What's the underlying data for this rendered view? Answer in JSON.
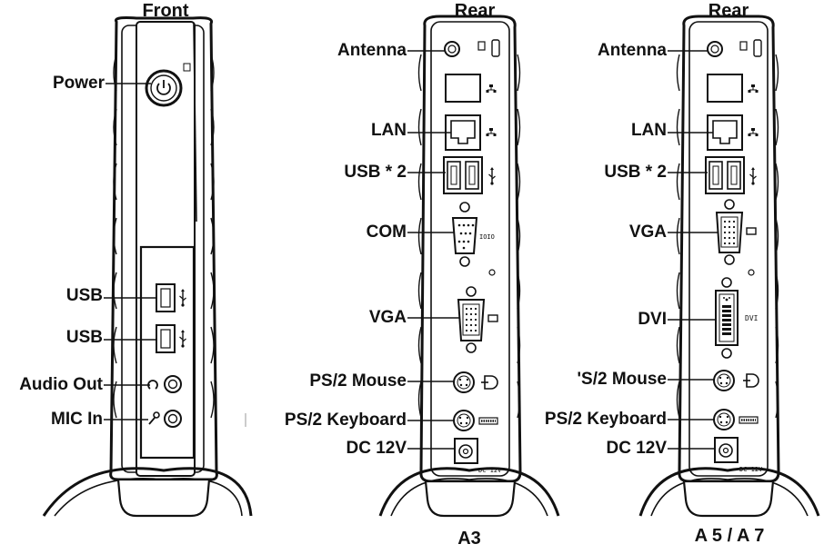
{
  "titles": {
    "front": "Front",
    "rear_a3": "Rear",
    "rear_a57": "Rear"
  },
  "captions": {
    "a3": "A3",
    "a57": "A 5 / A 7"
  },
  "front_labels": [
    "Power",
    "USB",
    "USB",
    "Audio Out",
    "MIC In"
  ],
  "a3_labels": [
    "Antenna",
    "LAN",
    "USB * 2",
    "COM",
    "VGA",
    "PS/2 Mouse",
    "PS/2 Keyboard",
    "DC 12V"
  ],
  "a57_labels": [
    "Antenna",
    "LAN",
    "USB * 2",
    "VGA",
    "DVI",
    "'S/2 Mouse",
    "PS/2 Keyboard",
    "DC 12V"
  ],
  "port_marks": {
    "dc": "DC 12V",
    "dvi": "DVI",
    "com": "IOIO"
  },
  "colors": {
    "line": "#111111",
    "fill": "#ffffff",
    "shade": "#d9d9d9"
  }
}
